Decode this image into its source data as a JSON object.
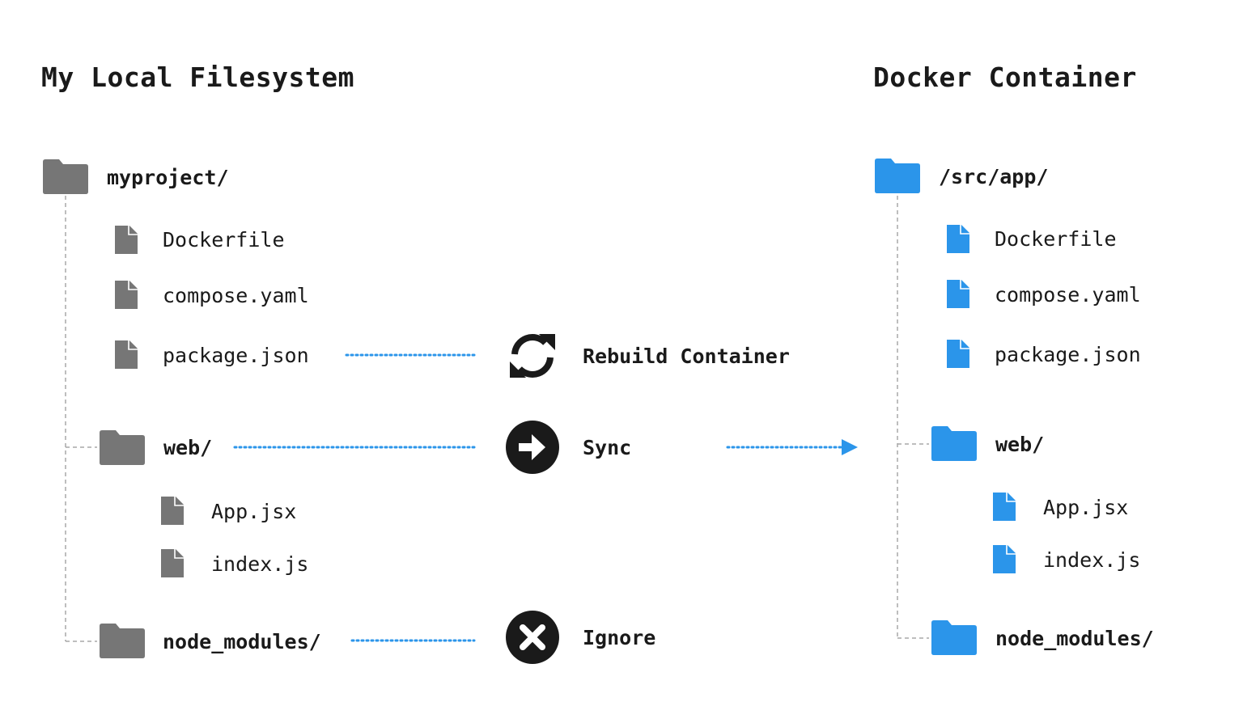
{
  "left": {
    "title": "My Local Filesystem",
    "root": "myproject/",
    "files": [
      "Dockerfile",
      "compose.yaml",
      "package.json"
    ],
    "web_folder": "web/",
    "web_files": [
      "App.jsx",
      "index.js"
    ],
    "node_modules": "node_modules/"
  },
  "right": {
    "title": "Docker Container",
    "root": "/src/app/",
    "files": [
      "Dockerfile",
      "compose.yaml",
      "package.json"
    ],
    "web_folder": "web/",
    "web_files": [
      "App.jsx",
      "index.js"
    ],
    "node_modules": "node_modules/"
  },
  "actions": {
    "rebuild": {
      "label": "Rebuild Container",
      "icon": "refresh-icon"
    },
    "sync": {
      "label": "Sync",
      "icon": "arrow-right-circle-icon"
    },
    "ignore": {
      "label": "Ignore",
      "icon": "x-circle-icon"
    }
  },
  "colors": {
    "local": "#767676",
    "container": "#2b95ea",
    "connector": "#2b95ea",
    "tree_line": "#a8a8a8",
    "text": "#1a1a1a"
  }
}
